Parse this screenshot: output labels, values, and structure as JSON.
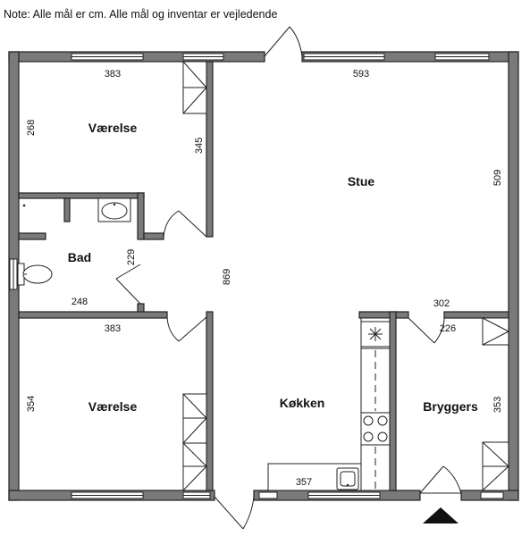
{
  "note": "Note: Alle mål er cm. Alle mål og inventar er vejledende",
  "rooms": {
    "vaerelse_top": "Værelse",
    "stue": "Stue",
    "bad": "Bad",
    "vaerelse_bottom": "Værelse",
    "kokken": "Køkken",
    "bryggers": "Bryggers"
  },
  "dimensions": {
    "vaerelse_top_width": "383",
    "vaerelse_top_height": "268",
    "vaerelse_top_wall": "345",
    "stue_width": "593",
    "stue_height": "509",
    "bad_height": "229",
    "bad_width": "248",
    "hall_length": "869",
    "vaerelse_bottom_width": "383",
    "vaerelse_bottom_height": "354",
    "bryggers_width": "302",
    "bryggers_door": "226",
    "bryggers_height": "353",
    "kokken_counter": "357"
  },
  "colors": {
    "wall_fill": "#7a7a7a",
    "line": "#222222",
    "background": "#ffffff"
  }
}
